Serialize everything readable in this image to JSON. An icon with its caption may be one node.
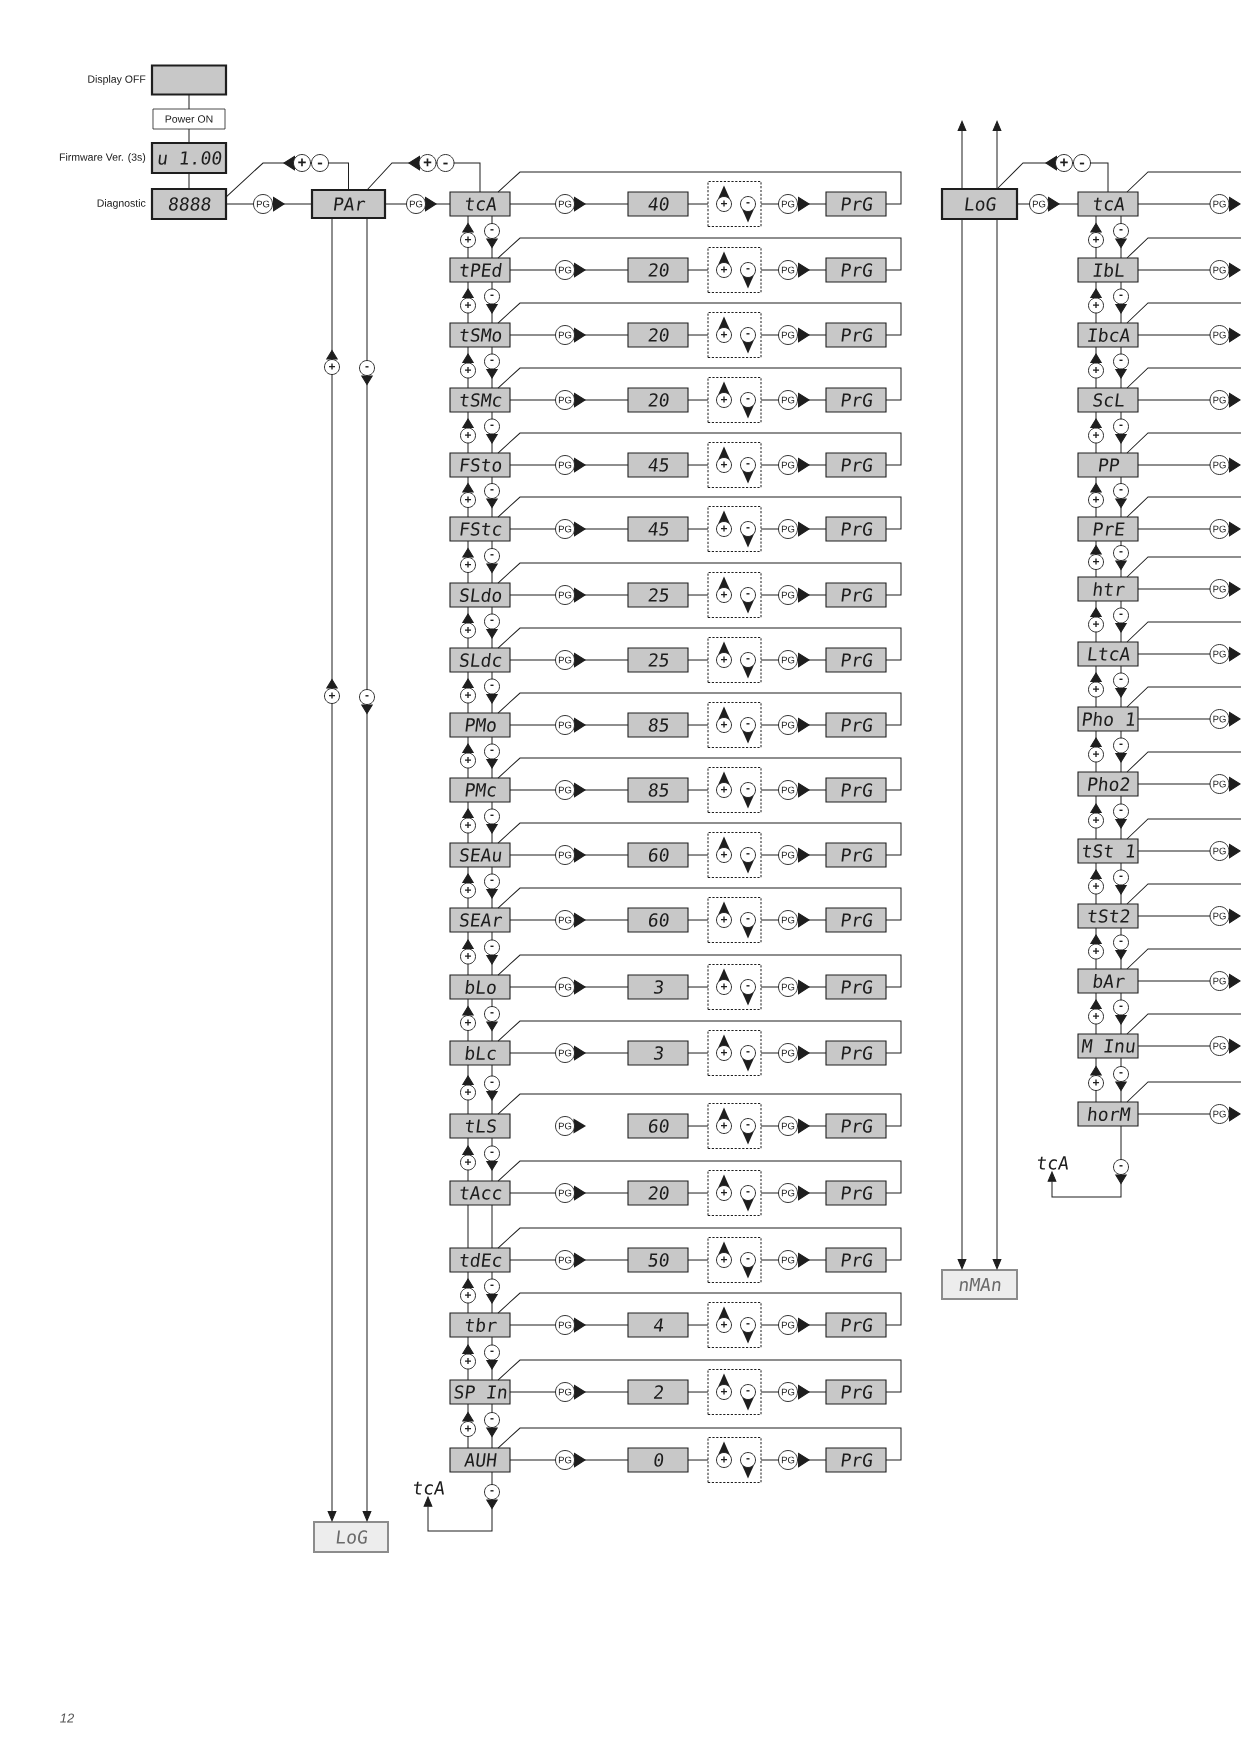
{
  "diagram": {
    "nodes": [
      {
        "text": [],
        "shape": "box",
        "beside": [
          "Display OFF"
        ]
      },
      {
        "text": [
          "Power ON"
        ]
      },
      {
        "text": [
          "u 1.00"
        ],
        "beside": [
          "Firmware Ver. (3s)"
        ]
      },
      {
        "text": [
          "8888"
        ],
        "beside": [
          "Diagnostic"
        ]
      },
      {
        "text": [
          "PAr"
        ]
      },
      {
        "text": [
          "LoG"
        ]
      },
      {
        "text": [
          "tcA"
        ]
      },
      {
        "text": [
          "40"
        ]
      },
      {
        "text": [
          "+",
          "-"
        ]
      },
      {
        "text": [
          "PrG"
        ]
      },
      {
        "text": [
          "tPEd"
        ]
      },
      {
        "text": [
          "20"
        ]
      },
      {
        "text": [
          "+",
          "-"
        ]
      },
      {
        "text": [
          "PrG"
        ]
      },
      {
        "text": [
          "tSMo"
        ]
      },
      {
        "text": [
          "20"
        ]
      },
      {
        "text": [
          "+",
          "-"
        ]
      },
      {
        "text": [
          "PrG"
        ]
      },
      {
        "text": [
          "tSMc"
        ]
      },
      {
        "text": [
          "20"
        ]
      },
      {
        "text": [
          "+",
          "-"
        ]
      },
      {
        "text": [
          "PrG"
        ]
      },
      {
        "text": [
          "FSto"
        ]
      },
      {
        "text": [
          "45"
        ]
      },
      {
        "text": [
          "+",
          "-"
        ]
      },
      {
        "text": [
          "PrG"
        ]
      },
      {
        "text": [
          "FStc"
        ]
      },
      {
        "text": [
          "45"
        ]
      },
      {
        "text": [
          "+",
          "-"
        ]
      },
      {
        "text": [
          "PrG"
        ]
      },
      {
        "text": [
          "SLdo"
        ]
      },
      {
        "text": [
          "25"
        ]
      },
      {
        "text": [
          "+",
          "-"
        ]
      },
      {
        "text": [
          "PrG"
        ]
      },
      {
        "text": [
          "SLdc"
        ]
      },
      {
        "text": [
          "25"
        ]
      },
      {
        "text": [
          "+",
          "-"
        ]
      },
      {
        "text": [
          "PrG"
        ]
      },
      {
        "text": [
          "PMo"
        ]
      },
      {
        "text": [
          "85"
        ]
      },
      {
        "text": [
          "+",
          "-"
        ]
      },
      {
        "text": [
          "PrG"
        ]
      },
      {
        "text": [
          "PMc"
        ]
      },
      {
        "text": [
          "85"
        ]
      },
      {
        "text": [
          "+",
          "-"
        ]
      },
      {
        "text": [
          "PrG"
        ]
      },
      {
        "text": [
          "SEAu"
        ]
      },
      {
        "text": [
          "60"
        ]
      },
      {
        "text": [
          "+",
          "-"
        ]
      },
      {
        "text": [
          "PrG"
        ]
      },
      {
        "text": [
          "SEAr"
        ]
      },
      {
        "text": [
          "60"
        ]
      },
      {
        "text": [
          "+",
          "-"
        ]
      },
      {
        "text": [
          "PrG"
        ]
      },
      {
        "text": [
          "bLo"
        ]
      },
      {
        "text": [
          "3"
        ]
      },
      {
        "text": [
          "+",
          "-"
        ]
      },
      {
        "text": [
          "PrG"
        ]
      },
      {
        "text": [
          "bLc"
        ]
      },
      {
        "text": [
          "3"
        ]
      },
      {
        "text": [
          "+",
          "-"
        ]
      },
      {
        "text": [
          "PrG"
        ]
      },
      {
        "text": [
          "tLS"
        ]
      },
      {
        "text": [
          "60"
        ]
      },
      {
        "text": [
          "+",
          "-"
        ]
      },
      {
        "text": [
          "PrG"
        ]
      },
      {
        "text": [
          "tAcc"
        ]
      },
      {
        "text": [
          "20"
        ]
      },
      {
        "text": [
          "+",
          "-"
        ]
      },
      {
        "text": [
          "PrG"
        ]
      },
      {
        "text": [
          "tdEc"
        ]
      },
      {
        "text": [
          "50"
        ]
      },
      {
        "text": [
          "+",
          "-"
        ]
      },
      {
        "text": [
          "PrG"
        ]
      },
      {
        "text": [
          "tbr"
        ]
      },
      {
        "text": [
          "4"
        ]
      },
      {
        "text": [
          "+",
          "-"
        ]
      },
      {
        "text": [
          "PrG"
        ]
      },
      {
        "text": [
          "SP In"
        ]
      },
      {
        "text": [
          "2"
        ]
      },
      {
        "text": [
          "+",
          "-"
        ]
      },
      {
        "text": [
          "PrG"
        ]
      },
      {
        "text": [
          "AUH"
        ]
      },
      {
        "text": [
          "0"
        ]
      },
      {
        "text": [
          "+",
          "-"
        ]
      },
      {
        "text": [
          "PrG"
        ]
      },
      {
        "text": [
          "tcA"
        ]
      },
      {
        "text": [
          "LoG"
        ]
      },
      {
        "text": [
          "tcA"
        ]
      },
      {
        "text": [
          "IbL"
        ]
      },
      {
        "text": [
          "IbcA"
        ]
      },
      {
        "text": [
          "ScL"
        ]
      },
      {
        "text": [
          "PP"
        ]
      },
      {
        "text": [
          "PrE"
        ]
      },
      {
        "text": [
          "htr"
        ]
      },
      {
        "text": [
          "LtcA"
        ]
      },
      {
        "text": [
          "Pho 1"
        ]
      },
      {
        "text": [
          "Pho2"
        ]
      },
      {
        "text": [
          "tSt 1"
        ]
      },
      {
        "text": [
          "tSt2"
        ]
      },
      {
        "text": [
          "bAr"
        ]
      },
      {
        "text": [
          "M Inu"
        ]
      },
      {
        "text": [
          "horM"
        ]
      },
      {
        "text": [
          "nMAn"
        ]
      },
      {
        "text": [
          "tcA"
        ]
      }
    ],
    "edges": [
      {
        "from": 0,
        "to": 1,
        "arrow": "none"
      },
      {
        "from": 1,
        "to": 2,
        "arrow": "none"
      },
      {
        "from": 2,
        "to": 3,
        "arrow": "none"
      },
      {
        "from": 3,
        "to": 4,
        "arrow": "to",
        "label": "PG"
      },
      {
        "from": 4,
        "to": 3,
        "arrow": "to",
        "label": "+ -"
      },
      {
        "from": 4,
        "to": 6,
        "arrow": "to",
        "label": "PG"
      },
      {
        "from": 6,
        "to": 4,
        "arrow": "to",
        "label": "+ -"
      },
      {
        "from": 4,
        "to": 5,
        "arrow": "to",
        "label": "+"
      },
      {
        "from": 4,
        "to": 5,
        "arrow": "to",
        "label": "-"
      },
      {
        "from": 6,
        "to": 7,
        "arrow": "to",
        "label": "PG"
      },
      {
        "from": 7,
        "to": 8,
        "arrow": "none"
      },
      {
        "from": 8,
        "to": 9,
        "arrow": "to",
        "label": "PG"
      },
      {
        "from": 9,
        "to": 6,
        "arrow": "none"
      },
      {
        "from": 10,
        "to": 11,
        "arrow": "to",
        "label": "PG"
      },
      {
        "from": 11,
        "to": 12,
        "arrow": "none"
      },
      {
        "from": 12,
        "to": 13,
        "arrow": "to",
        "label": "PG"
      },
      {
        "from": 13,
        "to": 10,
        "arrow": "none"
      },
      {
        "from": 14,
        "to": 15,
        "arrow": "to",
        "label": "PG"
      },
      {
        "from": 15,
        "to": 16,
        "arrow": "none"
      },
      {
        "from": 16,
        "to": 17,
        "arrow": "to",
        "label": "PG"
      },
      {
        "from": 17,
        "to": 14,
        "arrow": "none"
      },
      {
        "from": 18,
        "to": 19,
        "arrow": "to",
        "label": "PG"
      },
      {
        "from": 19,
        "to": 20,
        "arrow": "none"
      },
      {
        "from": 20,
        "to": 21,
        "arrow": "to",
        "label": "PG"
      },
      {
        "from": 21,
        "to": 18,
        "arrow": "none"
      },
      {
        "from": 22,
        "to": 23,
        "arrow": "to",
        "label": "PG"
      },
      {
        "from": 23,
        "to": 24,
        "arrow": "none"
      },
      {
        "from": 24,
        "to": 25,
        "arrow": "to",
        "label": "PG"
      },
      {
        "from": 25,
        "to": 22,
        "arrow": "none"
      },
      {
        "from": 26,
        "to": 27,
        "arrow": "to",
        "label": "PG"
      },
      {
        "from": 27,
        "to": 28,
        "arrow": "none"
      },
      {
        "from": 28,
        "to": 29,
        "arrow": "to",
        "label": "PG"
      },
      {
        "from": 29,
        "to": 26,
        "arrow": "none"
      },
      {
        "from": 30,
        "to": 31,
        "arrow": "to",
        "label": "PG"
      },
      {
        "from": 31,
        "to": 32,
        "arrow": "none"
      },
      {
        "from": 32,
        "to": 33,
        "arrow": "to",
        "label": "PG"
      },
      {
        "from": 33,
        "to": 30,
        "arrow": "none"
      },
      {
        "from": 34,
        "to": 35,
        "arrow": "to",
        "label": "PG"
      },
      {
        "from": 35,
        "to": 36,
        "arrow": "none"
      },
      {
        "from": 36,
        "to": 37,
        "arrow": "to",
        "label": "PG"
      },
      {
        "from": 37,
        "to": 34,
        "arrow": "none"
      },
      {
        "from": 38,
        "to": 39,
        "arrow": "to",
        "label": "PG"
      },
      {
        "from": 39,
        "to": 40,
        "arrow": "none"
      },
      {
        "from": 40,
        "to": 41,
        "arrow": "to",
        "label": "PG"
      },
      {
        "from": 41,
        "to": 38,
        "arrow": "none"
      },
      {
        "from": 42,
        "to": 43,
        "arrow": "to",
        "label": "PG"
      },
      {
        "from": 43,
        "to": 44,
        "arrow": "none"
      },
      {
        "from": 44,
        "to": 45,
        "arrow": "to",
        "label": "PG"
      },
      {
        "from": 45,
        "to": 42,
        "arrow": "none"
      },
      {
        "from": 46,
        "to": 47,
        "arrow": "to",
        "label": "PG"
      },
      {
        "from": 47,
        "to": 48,
        "arrow": "none"
      },
      {
        "from": 48,
        "to": 49,
        "arrow": "to",
        "label": "PG"
      },
      {
        "from": 49,
        "to": 46,
        "arrow": "none"
      },
      {
        "from": 50,
        "to": 51,
        "arrow": "to",
        "label": "PG"
      },
      {
        "from": 51,
        "to": 52,
        "arrow": "none"
      },
      {
        "from": 52,
        "to": 53,
        "arrow": "to",
        "label": "PG"
      },
      {
        "from": 53,
        "to": 50,
        "arrow": "none"
      },
      {
        "from": 54,
        "to": 55,
        "arrow": "to",
        "label": "PG"
      },
      {
        "from": 55,
        "to": 56,
        "arrow": "none"
      },
      {
        "from": 56,
        "to": 57,
        "arrow": "to",
        "label": "PG"
      },
      {
        "from": 57,
        "to": 54,
        "arrow": "none"
      },
      {
        "from": 58,
        "to": 59,
        "arrow": "to",
        "label": "PG"
      },
      {
        "from": 59,
        "to": 60,
        "arrow": "none"
      },
      {
        "from": 60,
        "to": 61,
        "arrow": "to",
        "label": "PG"
      },
      {
        "from": 61,
        "to": 58,
        "arrow": "none"
      },
      {
        "from": 63,
        "to": 64,
        "arrow": "none"
      },
      {
        "from": 64,
        "to": 65,
        "arrow": "to",
        "label": "PG"
      },
      {
        "from": 65,
        "to": 62,
        "arrow": "none"
      },
      {
        "from": 66,
        "to": 67,
        "arrow": "to",
        "label": "PG"
      },
      {
        "from": 67,
        "to": 68,
        "arrow": "none"
      },
      {
        "from": 68,
        "to": 69,
        "arrow": "to",
        "label": "PG"
      },
      {
        "from": 69,
        "to": 66,
        "arrow": "none"
      },
      {
        "from": 70,
        "to": 71,
        "arrow": "to",
        "label": "PG"
      },
      {
        "from": 71,
        "to": 72,
        "arrow": "none"
      },
      {
        "from": 72,
        "to": 73,
        "arrow": "to",
        "label": "PG"
      },
      {
        "from": 73,
        "to": 70,
        "arrow": "none"
      },
      {
        "from": 74,
        "to": 75,
        "arrow": "to",
        "label": "PG"
      },
      {
        "from": 75,
        "to": 76,
        "arrow": "none"
      },
      {
        "from": 76,
        "to": 77,
        "arrow": "to",
        "label": "PG"
      },
      {
        "from": 77,
        "to": 74,
        "arrow": "none"
      },
      {
        "from": 78,
        "to": 79,
        "arrow": "to",
        "label": "PG"
      },
      {
        "from": 79,
        "to": 80,
        "arrow": "none"
      },
      {
        "from": 80,
        "to": 81,
        "arrow": "to",
        "label": "PG"
      },
      {
        "from": 81,
        "to": 78,
        "arrow": "none"
      },
      {
        "from": 82,
        "to": 83,
        "arrow": "to",
        "label": "PG"
      },
      {
        "from": 83,
        "to": 84,
        "arrow": "none"
      },
      {
        "from": 84,
        "to": 85,
        "arrow": "to",
        "label": "PG"
      },
      {
        "from": 85,
        "to": 82,
        "arrow": "none"
      },
      {
        "from": 6,
        "to": 10,
        "arrow": "to",
        "label": "-"
      },
      {
        "from": 10,
        "to": 6,
        "arrow": "to",
        "label": "+"
      },
      {
        "from": 10,
        "to": 14,
        "arrow": "to",
        "label": "-"
      },
      {
        "from": 14,
        "to": 10,
        "arrow": "to",
        "label": "+"
      },
      {
        "from": 14,
        "to": 18,
        "arrow": "to",
        "label": "-"
      },
      {
        "from": 18,
        "to": 14,
        "arrow": "to",
        "label": "+"
      },
      {
        "from": 18,
        "to": 22,
        "arrow": "to",
        "label": "-"
      },
      {
        "from": 22,
        "to": 18,
        "arrow": "to",
        "label": "+"
      },
      {
        "from": 22,
        "to": 26,
        "arrow": "to",
        "label": "-"
      },
      {
        "from": 26,
        "to": 22,
        "arrow": "to",
        "label": "+"
      },
      {
        "from": 26,
        "to": 30,
        "arrow": "to",
        "label": "-"
      },
      {
        "from": 30,
        "to": 26,
        "arrow": "to",
        "label": "+"
      },
      {
        "from": 30,
        "to": 34,
        "arrow": "to",
        "label": "-"
      },
      {
        "from": 34,
        "to": 30,
        "arrow": "to",
        "label": "+"
      },
      {
        "from": 34,
        "to": 38,
        "arrow": "to",
        "label": "-"
      },
      {
        "from": 38,
        "to": 34,
        "arrow": "to",
        "label": "+"
      },
      {
        "from": 38,
        "to": 42,
        "arrow": "to",
        "label": "-"
      },
      {
        "from": 42,
        "to": 38,
        "arrow": "to",
        "label": "+"
      },
      {
        "from": 42,
        "to": 46,
        "arrow": "to",
        "label": "-"
      },
      {
        "from": 46,
        "to": 42,
        "arrow": "to",
        "label": "+"
      },
      {
        "from": 46,
        "to": 50,
        "arrow": "to",
        "label": "-"
      },
      {
        "from": 50,
        "to": 46,
        "arrow": "to",
        "label": "+"
      },
      {
        "from": 50,
        "to": 54,
        "arrow": "to",
        "label": "-"
      },
      {
        "from": 54,
        "to": 50,
        "arrow": "to",
        "label": "+"
      },
      {
        "from": 54,
        "to": 58,
        "arrow": "to",
        "label": "-"
      },
      {
        "from": 58,
        "to": 54,
        "arrow": "to",
        "label": "+"
      },
      {
        "from": 58,
        "to": 62,
        "arrow": "to",
        "label": "-"
      },
      {
        "from": 62,
        "to": 58,
        "arrow": "to",
        "label": "+"
      },
      {
        "from": 62,
        "to": 66,
        "arrow": "to",
        "label": "-"
      },
      {
        "from": 66,
        "to": 62,
        "arrow": "to",
        "label": "+"
      },
      {
        "from": 66,
        "to": 70,
        "arrow": "none"
      },
      {
        "from": 70,
        "to": 66,
        "arrow": "none"
      },
      {
        "from": 70,
        "to": 74,
        "arrow": "to",
        "label": "-"
      },
      {
        "from": 74,
        "to": 70,
        "arrow": "to",
        "label": "+"
      },
      {
        "from": 74,
        "to": 78,
        "arrow": "to",
        "label": "-"
      },
      {
        "from": 78,
        "to": 74,
        "arrow": "to",
        "label": "+"
      },
      {
        "from": 78,
        "to": 82,
        "arrow": "to",
        "label": "-"
      },
      {
        "from": 82,
        "to": 78,
        "arrow": "to",
        "label": "+"
      },
      {
        "from": 82,
        "to": 86,
        "arrow": "to",
        "label": "-"
      },
      {
        "from": 87,
        "to": 88,
        "arrow": "to",
        "label": "PG"
      },
      {
        "from": 88,
        "to": 87,
        "arrow": "to",
        "label": "+ -"
      },
      {
        "from": 87,
        "to": null,
        "arrow": "to"
      },
      {
        "from": 87,
        "to": null,
        "arrow": "to"
      },
      {
        "from": 87,
        "to": 103,
        "arrow": "to"
      },
      {
        "from": 87,
        "to": 103,
        "arrow": "to"
      },
      {
        "from": 88,
        "to": null,
        "arrow": "to",
        "label": "PG"
      },
      {
        "from": 88,
        "to": null,
        "arrow": "none"
      },
      {
        "from": 89,
        "to": null,
        "arrow": "to",
        "label": "PG"
      },
      {
        "from": 89,
        "to": null,
        "arrow": "none"
      },
      {
        "from": 90,
        "to": null,
        "arrow": "to",
        "label": "PG"
      },
      {
        "from": 90,
        "to": null,
        "arrow": "none"
      },
      {
        "from": 91,
        "to": null,
        "arrow": "to",
        "label": "PG"
      },
      {
        "from": 91,
        "to": null,
        "arrow": "none"
      },
      {
        "from": 92,
        "to": null,
        "arrow": "to",
        "label": "PG"
      },
      {
        "from": 92,
        "to": null,
        "arrow": "none"
      },
      {
        "from": 93,
        "to": null,
        "arrow": "to",
        "label": "PG"
      },
      {
        "from": 93,
        "to": null,
        "arrow": "none"
      },
      {
        "from": 94,
        "to": null,
        "arrow": "to",
        "label": "PG"
      },
      {
        "from": 94,
        "to": null,
        "arrow": "none"
      },
      {
        "from": 95,
        "to": null,
        "arrow": "to",
        "label": "PG"
      },
      {
        "from": 95,
        "to": null,
        "arrow": "none"
      },
      {
        "from": 96,
        "to": null,
        "arrow": "to",
        "label": "PG"
      },
      {
        "from": 96,
        "to": null,
        "arrow": "none"
      },
      {
        "from": 97,
        "to": null,
        "arrow": "to",
        "label": "PG"
      },
      {
        "from": 97,
        "to": null,
        "arrow": "none"
      },
      {
        "from": 98,
        "to": null,
        "arrow": "to",
        "label": "PG"
      },
      {
        "from": 98,
        "to": null,
        "arrow": "none"
      },
      {
        "from": 99,
        "to": null,
        "arrow": "to",
        "label": "PG"
      },
      {
        "from": 99,
        "to": null,
        "arrow": "none"
      },
      {
        "from": 100,
        "to": null,
        "arrow": "to",
        "label": "PG"
      },
      {
        "from": 100,
        "to": null,
        "arrow": "none"
      },
      {
        "from": 101,
        "to": null,
        "arrow": "to",
        "label": "PG"
      },
      {
        "from": 101,
        "to": null,
        "arrow": "none"
      },
      {
        "from": 102,
        "to": null,
        "arrow": "to",
        "label": "PG"
      },
      {
        "from": 102,
        "to": null,
        "arrow": "none"
      },
      {
        "from": 88,
        "to": 89,
        "arrow": "to",
        "label": "-"
      },
      {
        "from": 89,
        "to": 88,
        "arrow": "to",
        "label": "+"
      },
      {
        "from": 89,
        "to": 90,
        "arrow": "to",
        "label": "-"
      },
      {
        "from": 90,
        "to": 89,
        "arrow": "to",
        "label": "+"
      },
      {
        "from": 90,
        "to": 91,
        "arrow": "to",
        "label": "-"
      },
      {
        "from": 91,
        "to": 90,
        "arrow": "to",
        "label": "+"
      },
      {
        "from": 91,
        "to": 92,
        "arrow": "to",
        "label": "-"
      },
      {
        "from": 92,
        "to": 91,
        "arrow": "to",
        "label": "+"
      },
      {
        "from": 92,
        "to": 93,
        "arrow": "to",
        "label": "-"
      },
      {
        "from": 93,
        "to": 92,
        "arrow": "to",
        "label": "+"
      },
      {
        "from": 93,
        "to": 94,
        "arrow": "to",
        "label": "-"
      },
      {
        "from": 94,
        "to": 93,
        "arrow": "to",
        "label": "+"
      },
      {
        "from": 94,
        "to": 95,
        "arrow": "to",
        "label": "-"
      },
      {
        "from": 95,
        "to": 94,
        "arrow": "to",
        "label": "+"
      },
      {
        "from": 95,
        "to": 96,
        "arrow": "to",
        "label": "-"
      },
      {
        "from": 96,
        "to": 95,
        "arrow": "to",
        "label": "+"
      },
      {
        "from": 96,
        "to": 97,
        "arrow": "to",
        "label": "-"
      },
      {
        "from": 97,
        "to": 96,
        "arrow": "to",
        "label": "+"
      },
      {
        "from": 97,
        "to": 98,
        "arrow": "to",
        "label": "-"
      },
      {
        "from": 98,
        "to": 97,
        "arrow": "to",
        "label": "+"
      },
      {
        "from": 98,
        "to": 99,
        "arrow": "to",
        "label": "-"
      },
      {
        "from": 99,
        "to": 98,
        "arrow": "to",
        "label": "+"
      },
      {
        "from": 99,
        "to": 100,
        "arrow": "to",
        "label": "-"
      },
      {
        "from": 100,
        "to": 99,
        "arrow": "to",
        "label": "+"
      },
      {
        "from": 100,
        "to": 101,
        "arrow": "to",
        "label": "-"
      },
      {
        "from": 101,
        "to": 100,
        "arrow": "to",
        "label": "+"
      },
      {
        "from": 101,
        "to": 102,
        "arrow": "to",
        "label": "-"
      },
      {
        "from": 102,
        "to": 101,
        "arrow": "to",
        "label": "+"
      },
      {
        "from": 102,
        "to": 104,
        "arrow": "to",
        "label": "-"
      }
    ],
    "labels": [
      "+",
      "-",
      "PG",
      "12"
    ]
  }
}
